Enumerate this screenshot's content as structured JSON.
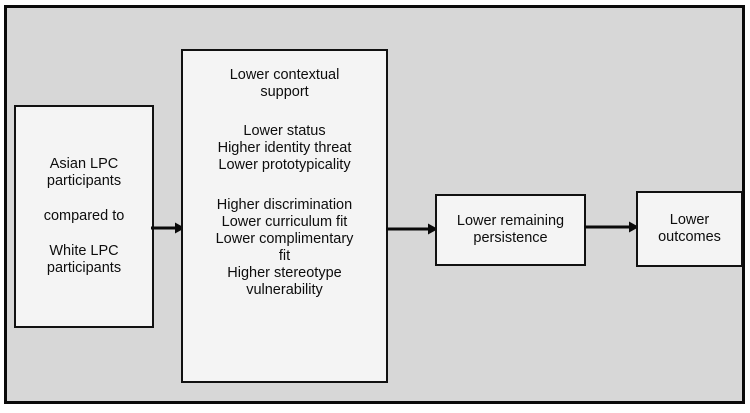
{
  "figure": {
    "type": "process-flow-diagram",
    "orientation": "left-to-right",
    "background_color": "#d7d7d7",
    "box_fill_color": "#f4f4f4",
    "border_color": "#111111",
    "text_color": "#0d0d0d"
  },
  "boxes": {
    "population": {
      "name": "population-comparison",
      "lines": [
        "Asian LPC",
        "participants",
        "compared to",
        "White LPC",
        "participants"
      ],
      "group_1_line_1": "Asian LPC",
      "group_1_line_2": "participants",
      "comparator": "compared to",
      "group_2_line_1": "White LPC",
      "group_2_line_2": "participants"
    },
    "mechanisms": {
      "name": "mechanisms",
      "cluster_1": {
        "line_1": "Lower contextual",
        "line_2": "support"
      },
      "cluster_2": {
        "line_1": "Lower status",
        "line_2": "Higher identity threat",
        "line_3": "Lower prototypicality"
      },
      "cluster_3": {
        "line_1": "Higher discrimination",
        "line_2": "Lower curriculum fit",
        "line_3": "Lower complimentary",
        "line_4": "fit",
        "line_5": "Higher stereotype",
        "line_6": "vulnerability"
      }
    },
    "persistence": {
      "name": "remaining-persistence",
      "line_1": "Lower remaining",
      "line_2": "persistence"
    },
    "outcomes": {
      "name": "outcomes",
      "line_1": "Lower",
      "line_2": "outcomes"
    }
  },
  "arrows": [
    {
      "name": "arrow-population-to-mechanisms",
      "from": "population",
      "to": "mechanisms",
      "direction": "right"
    },
    {
      "name": "arrow-mechanisms-to-persistence",
      "from": "mechanisms",
      "to": "persistence",
      "direction": "right"
    },
    {
      "name": "arrow-persistence-to-outcomes",
      "from": "persistence",
      "to": "outcomes",
      "direction": "right"
    }
  ]
}
